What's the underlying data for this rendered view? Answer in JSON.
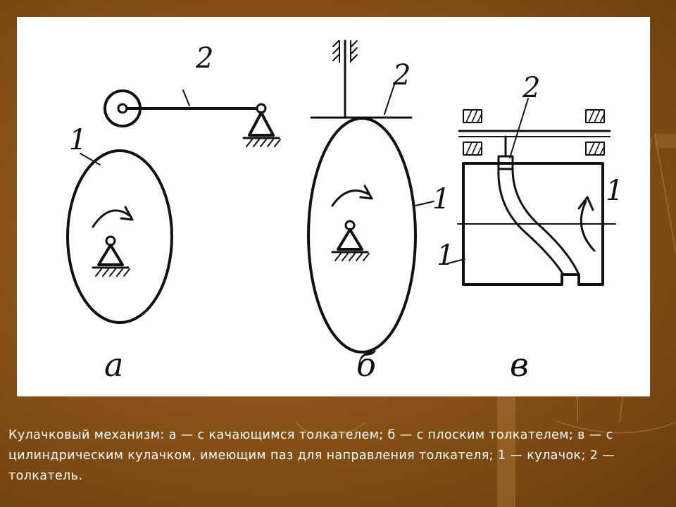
{
  "figure": {
    "part_labels": {
      "a": "а",
      "b": "б",
      "v": "в"
    },
    "callouts": {
      "a_cam": "1",
      "a_follower": "2",
      "b_follower": "2",
      "b_cam": "1",
      "v_follower": "2",
      "v_cam_right": "1",
      "v_cam_left": "1"
    }
  },
  "caption": "Кулачковый механизм: а — с качающимся толкателем; б — с плоским толкателем; в — с цилиндрическим кулачком, имеющим паз для направления толкателя; 1 — кулачок; 2 — толкатель.",
  "colors": {
    "background": "#8a5418",
    "panel": "#ffffff",
    "ink": "#111111",
    "caption_text": "#ffffff"
  }
}
